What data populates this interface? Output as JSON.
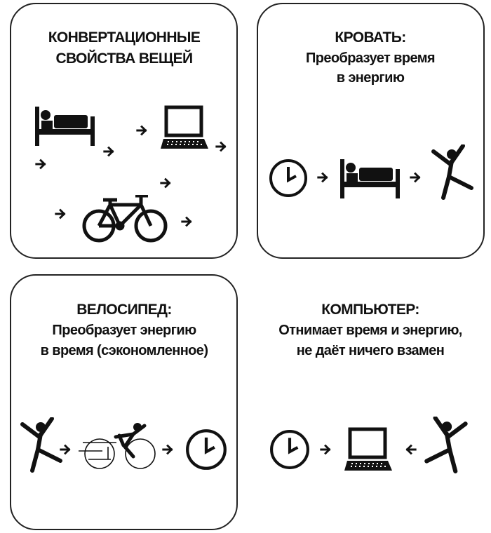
{
  "panels": [
    {
      "title": [
        "КОНВЕРТАЦИОННЫЕ",
        "СВОЙСТВА ВЕЩЕЙ"
      ],
      "icons": [
        "bed-icon",
        "laptop-icon",
        "bicycle-icon",
        "arrow-right-icon"
      ]
    },
    {
      "title": [
        "КРОВАТЬ:"
      ],
      "subtitle": [
        "Преобразует время",
        "в энергию"
      ],
      "icons": [
        "clock-icon",
        "arrow-right-icon",
        "bed-icon",
        "arrow-right-icon",
        "jumping-person-icon"
      ]
    },
    {
      "title": [
        "ВЕЛОСИПЕД:"
      ],
      "subtitle": [
        "Преобразует энергию",
        "в время (сэкономленное)"
      ],
      "icons": [
        "jumping-person-icon",
        "arrow-right-icon",
        "cyclist-icon",
        "arrow-right-icon",
        "clock-icon"
      ]
    },
    {
      "title": [
        "КОМПЬЮТЕР:"
      ],
      "subtitle": [
        "Отнимает время и энергию,",
        "не даёт ничего взамен"
      ],
      "icons": [
        "clock-icon",
        "arrow-right-icon",
        "laptop-icon",
        "arrow-left-icon",
        "jumping-person-icon"
      ]
    }
  ]
}
